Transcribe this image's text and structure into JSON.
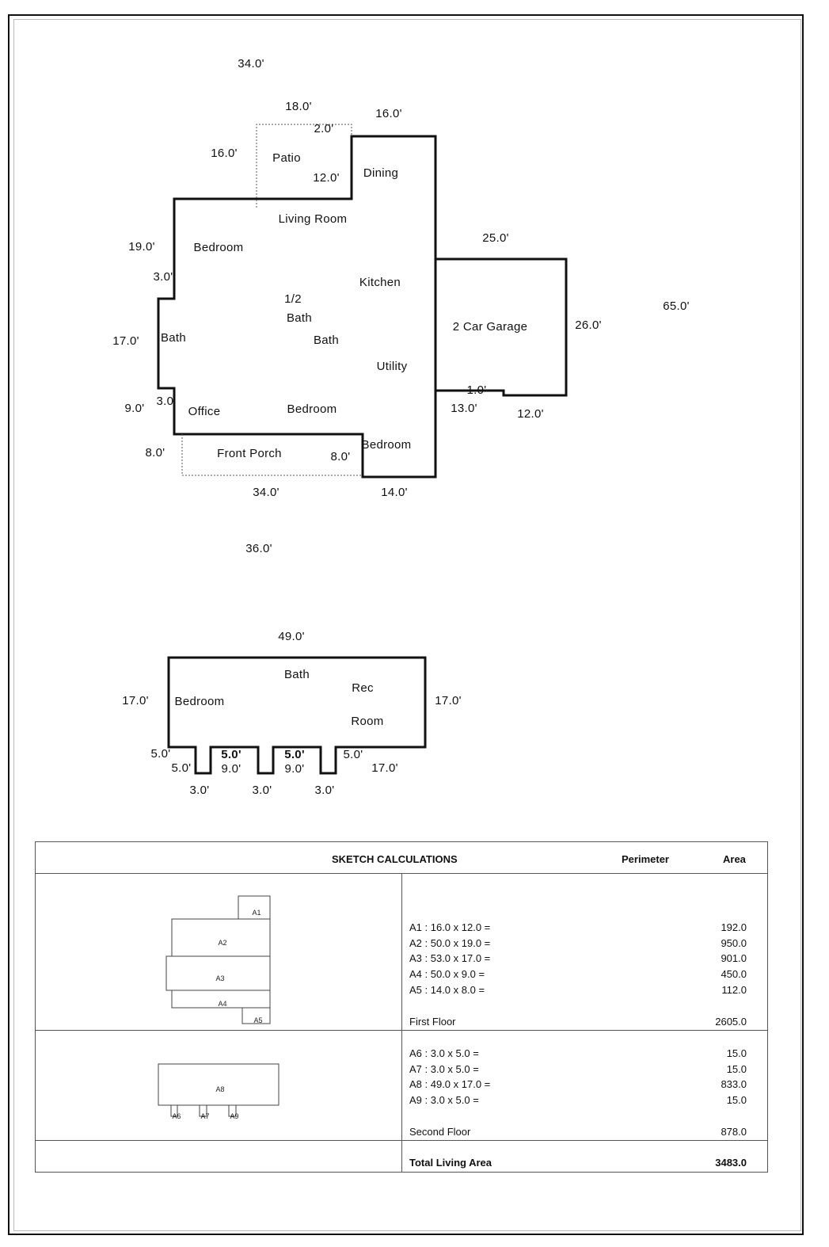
{
  "first_floor": {
    "dimensions": [
      "34.0'",
      "18.0'",
      "2.0'",
      "16.0'",
      "16.0'",
      "12.0'",
      "25.0'",
      "19.0'",
      "3.0'",
      "65.0'",
      "26.0'",
      "17.0'",
      "1.0'",
      "9.0'",
      "3.0'",
      "13.0'",
      "12.0'",
      "8.0'",
      "8.0'",
      "34.0'",
      "14.0'",
      "36.0'"
    ],
    "rooms": [
      "Patio",
      "Dining",
      "Living Room",
      "Bedroom",
      "Kitchen",
      "1/2",
      "Bath",
      "2 Car Garage",
      "Bath",
      "Bath",
      "Utility",
      "Office",
      "Bedroom",
      "Front Porch",
      "Bedroom"
    ]
  },
  "second_floor": {
    "dimensions": [
      "49.0'",
      "17.0'",
      "17.0'",
      "5.0'",
      "5.0'",
      "5.0'",
      "9.0'",
      "5.0'",
      "9.0'",
      "5.0'",
      "17.0'",
      "3.0'",
      "3.0'",
      "3.0'"
    ],
    "rooms": [
      "Bath",
      "Rec",
      "Bedroom",
      "Room"
    ]
  },
  "calculations": {
    "title": "SKETCH CALCULATIONS",
    "col_perimeter": "Perimeter",
    "col_area": "Area",
    "first_floor": {
      "mini_labels": [
        "A1",
        "A2",
        "A3",
        "A4",
        "A5"
      ],
      "rows": [
        {
          "label": "A1 : 16.0 x 12.0 =",
          "area": "192.0"
        },
        {
          "label": "A2 : 50.0 x 19.0 =",
          "area": "950.0"
        },
        {
          "label": "A3 : 53.0 x 17.0 =",
          "area": "901.0"
        },
        {
          "label": "A4 : 50.0 x 9.0 =",
          "area": "450.0"
        },
        {
          "label": "A5 : 14.0 x 8.0 =",
          "area": "112.0"
        }
      ],
      "subtotal_label": "First Floor",
      "subtotal": "2605.0"
    },
    "second_floor": {
      "mini_labels": [
        "A6",
        "A7",
        "A8",
        "A9"
      ],
      "rows": [
        {
          "label": "A6 : 3.0 x 5.0 =",
          "area": "15.0"
        },
        {
          "label": "A7 : 3.0 x 5.0 =",
          "area": "15.0"
        },
        {
          "label": "A8 : 49.0 x 17.0 =",
          "area": "833.0"
        },
        {
          "label": "A9 : 3.0 x 5.0 =",
          "area": "15.0"
        }
      ],
      "subtotal_label": "Second Floor",
      "subtotal": "878.0"
    },
    "total_label": "Total Living Area",
    "total": "3483.0"
  }
}
